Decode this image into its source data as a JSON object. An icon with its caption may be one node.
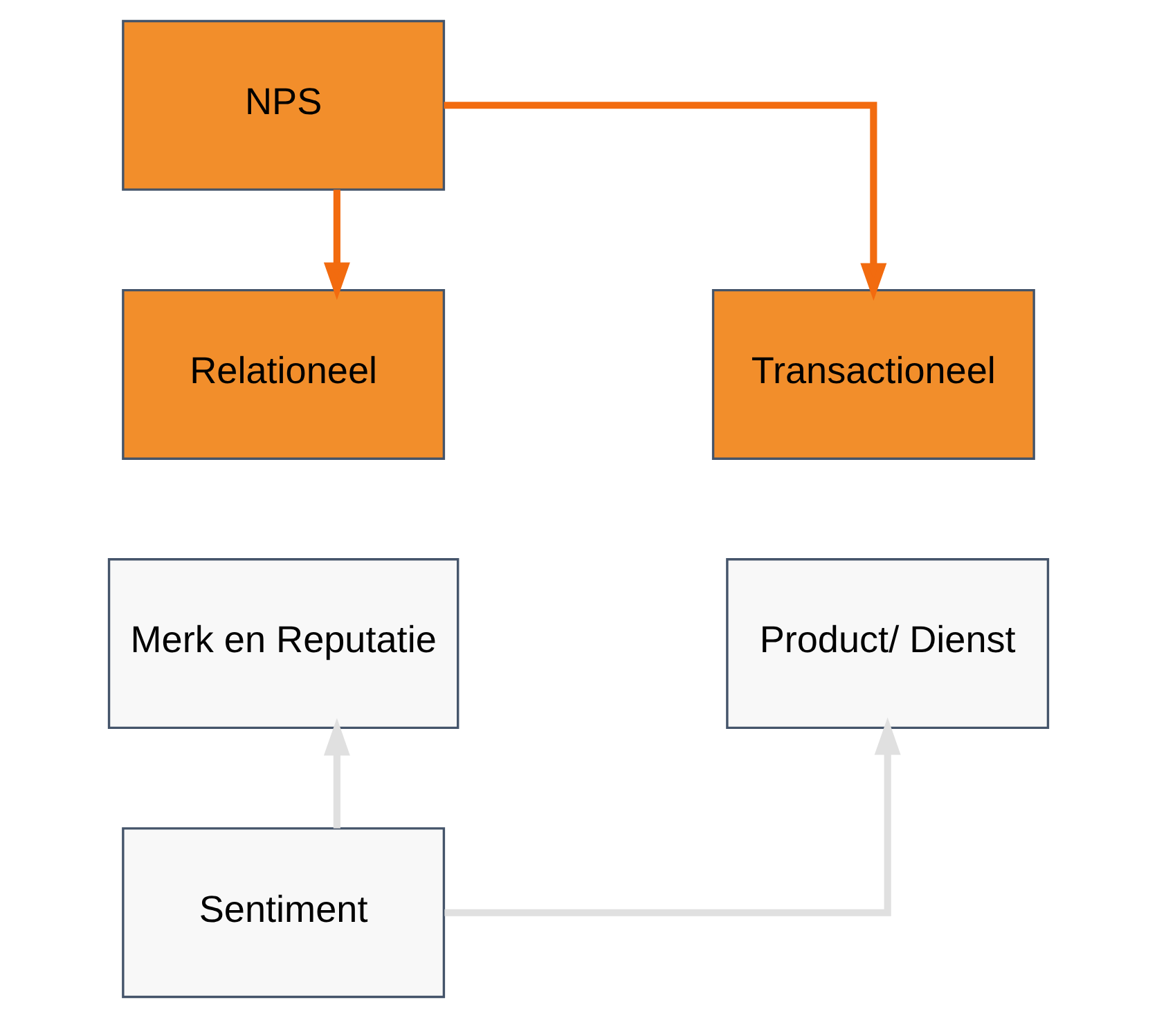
{
  "diagram": {
    "nodes": [
      {
        "text": [
          "NPS"
        ]
      },
      {
        "text": [
          "Relationeel"
        ]
      },
      {
        "text": [
          "Transactioneel"
        ]
      },
      {
        "text": [
          "Merk en Reputatie"
        ]
      },
      {
        "text": [
          "Product/ Dienst"
        ]
      },
      {
        "text": [
          "Sentiment"
        ]
      }
    ],
    "edges": [
      {
        "from": 0,
        "to": 1,
        "arrow": "to",
        "color": "#f26b0f"
      },
      {
        "from": 0,
        "to": 2,
        "arrow": "to",
        "color": "#f26b0f"
      },
      {
        "from": 5,
        "to": 3,
        "arrow": "to",
        "color": "#e0e0e0"
      },
      {
        "from": 5,
        "to": 4,
        "arrow": "to",
        "color": "#e0e0e0"
      }
    ]
  }
}
